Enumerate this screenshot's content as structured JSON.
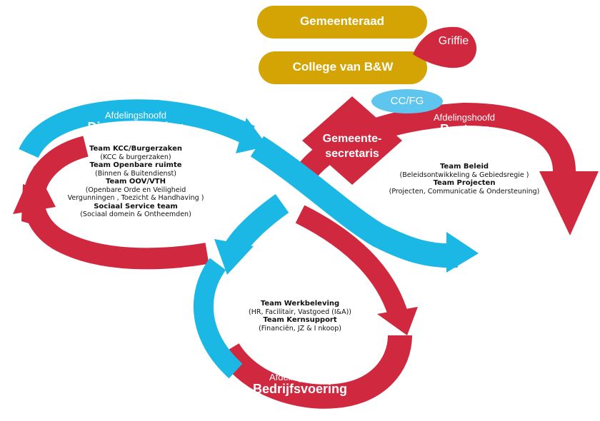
{
  "colors": {
    "gold": "#d4a404",
    "red": "#d0283f",
    "cyan": "#1bb7e5",
    "light_blue": "#5ec6ee"
  },
  "top": {
    "gemeenteraad": "Gemeenteraad",
    "college": "College van B&W",
    "griffie": "Griffie",
    "ccfg": "CC/FG",
    "secretaris_line1": "Gemeente-",
    "secretaris_line2": "secretaris"
  },
  "dienstverlening": {
    "role": "Afdelingshoofd",
    "name": "Dienstverlening",
    "teams": [
      {
        "title": "Team KCC/Burgerzaken",
        "desc": "(KCC & burgerzaken)"
      },
      {
        "title": "Team Openbare ruimte",
        "desc": "(Binnen &  Buitendienst)"
      },
      {
        "title": "Team OOV/VTH",
        "desc": "(Openbare Orde en Veiligheid",
        "desc2": "Vergunningen  , Toezicht & Handhaving )"
      },
      {
        "title": "Sociaal Service team",
        "desc": "(Sociaal domein & Ontheemden)"
      }
    ]
  },
  "bestuur": {
    "role": "Afdelingshoofd",
    "name": "Bestuur",
    "teams": [
      {
        "title": "Team Beleid",
        "desc": "(Beleidsontwikkeling & Gebiedsregie  )"
      },
      {
        "title": "Team Projecten",
        "desc": "(Projecten, Communicatie & Ondersteuning)"
      }
    ]
  },
  "bedrijfsvoering": {
    "role": "Afdelingshoofd",
    "name": "Bedrijfsvoering",
    "teams": [
      {
        "title": "Team Werkbeleving",
        "desc": "(HR, Facilitair,  Vastgoed (I&A))"
      },
      {
        "title": "Team Kernsupport",
        "desc": "(Financiën, JZ & I nkoop)"
      }
    ]
  }
}
